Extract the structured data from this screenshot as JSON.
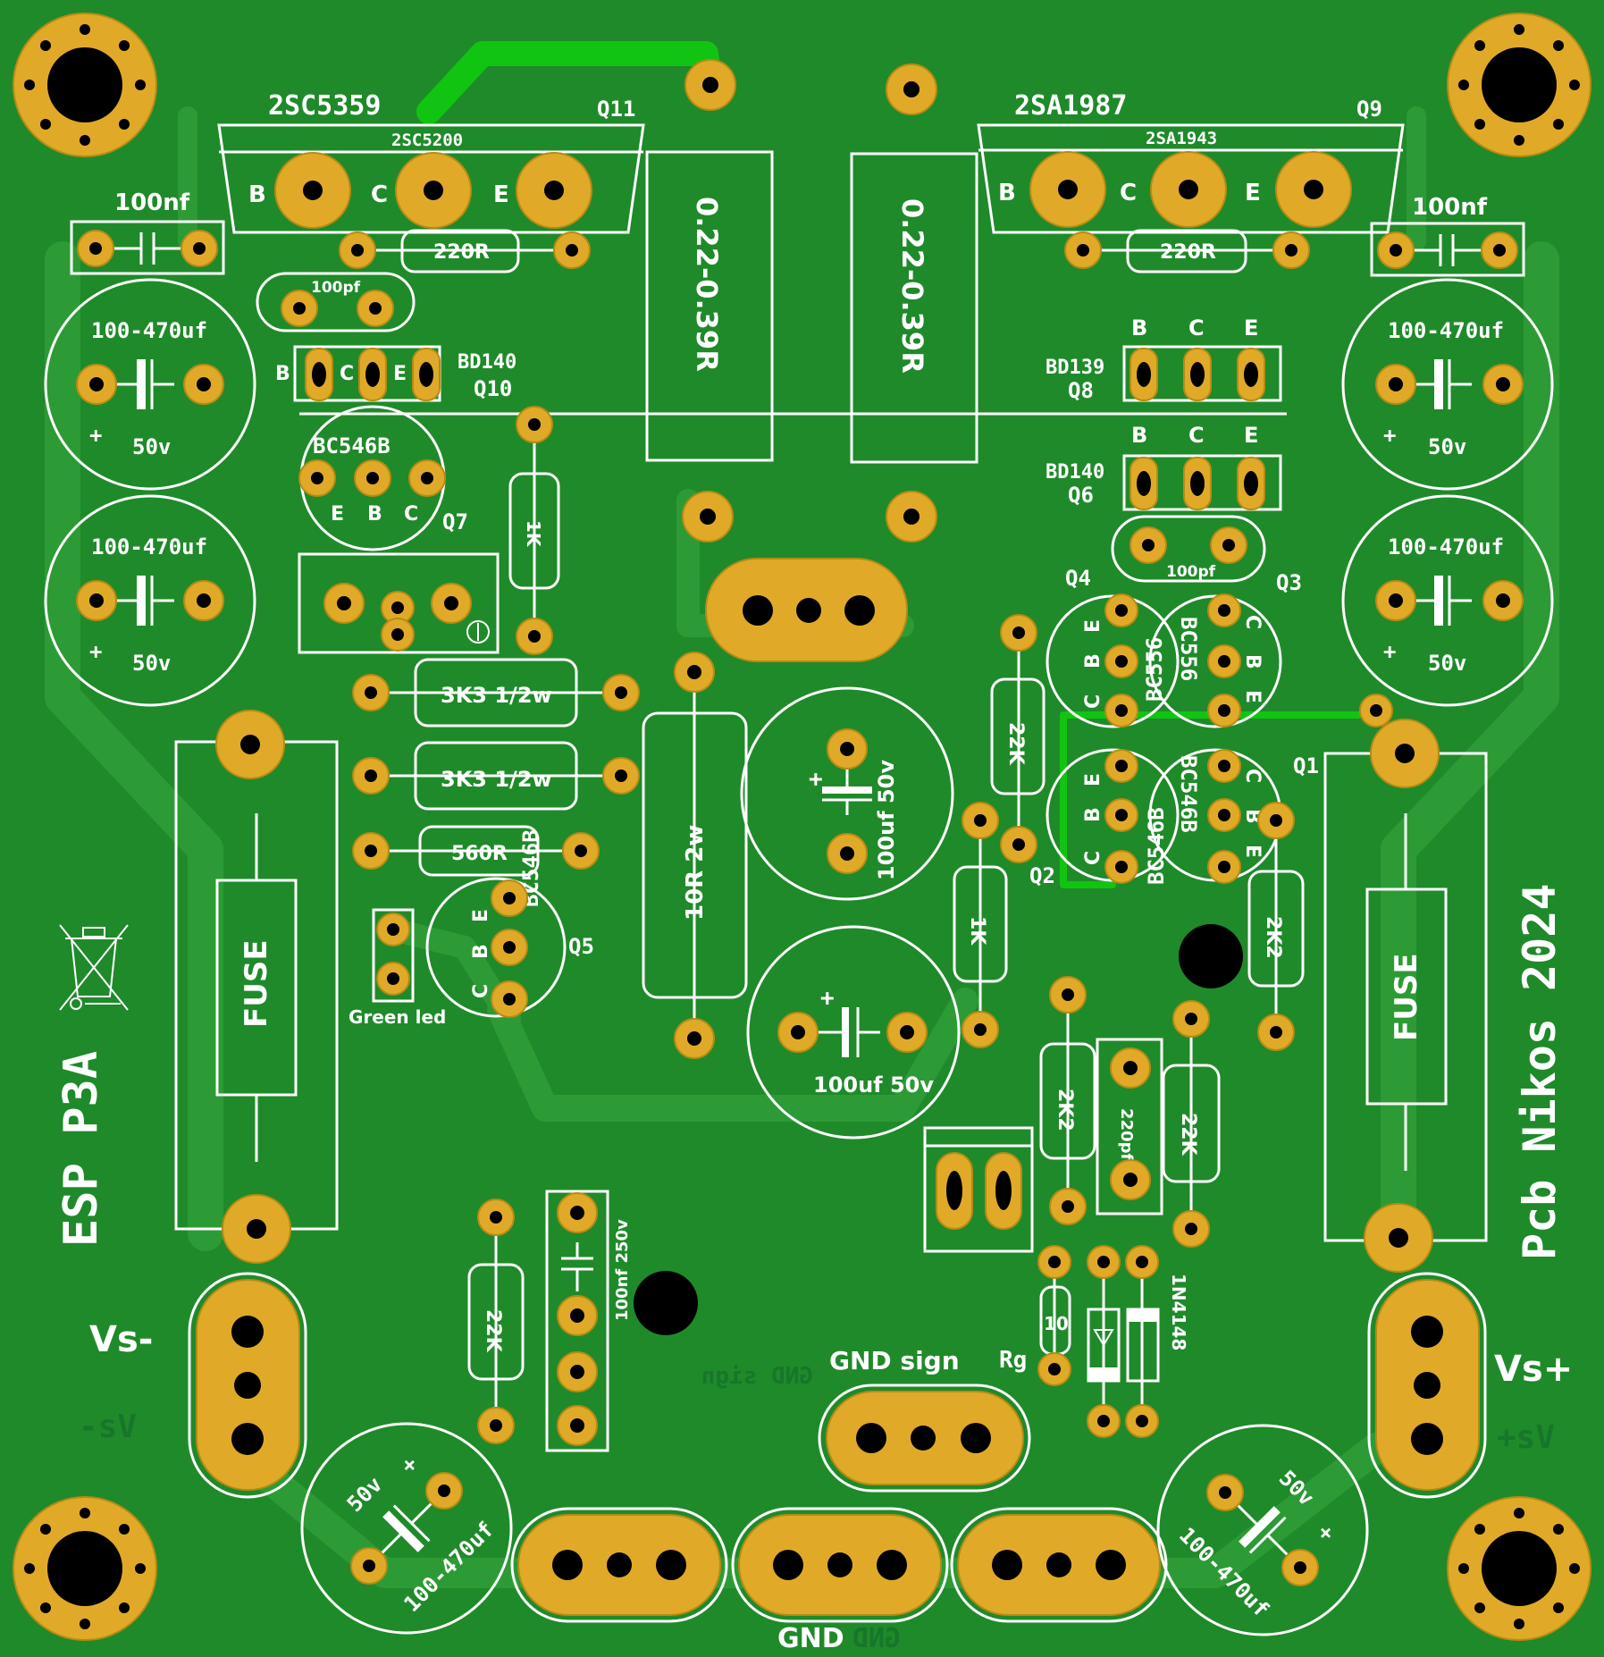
{
  "labels": {
    "q11_part": "2SC5359",
    "q11_alt": "2SC5200",
    "q11_ref": "Q11",
    "q9_part": "2SA1987",
    "q9_alt": "2SA1943",
    "q9_ref": "Q9",
    "pin_b": "B",
    "pin_c": "C",
    "pin_e": "E",
    "cap_100nf": "100nf",
    "res_220r": "220R",
    "cap_100pf": "100pf",
    "cap_100_470uf": "100-470uf",
    "v50": "50v",
    "plus": "+",
    "res_022": "0.22-0.39R",
    "bd140": "BD140",
    "bd139": "BD139",
    "q10": "Q10",
    "q8": "Q8",
    "q6": "Q6",
    "bc546b": "BC546B",
    "bc556": "BC556",
    "q7": "Q7",
    "q5": "Q5",
    "q4": "Q4",
    "q3": "Q3",
    "q2": "Q2",
    "q1": "Q1",
    "res_1k": "1K",
    "res_3k3": "3K3 1/2w",
    "res_560r": "560R",
    "res_10r2w": "10R 2w",
    "cap_100uf50v": "100uf 50v",
    "res_22k": "22K",
    "res_2k2": "2K2",
    "cap_220pf": "220pf",
    "cap_100nf250v": "100nf 250v",
    "res_10": "10",
    "diode_1n4148": "1N4148",
    "green_led": "Green led",
    "fuse": "FUSE",
    "esp_p3a": "ESP P3A",
    "pcb_nikos": "Pcb Nikos 2024",
    "vs_minus": "Vs-",
    "vs_minus_mirror": "-sV",
    "vs_plus": "Vs+",
    "vs_plus_mirror": "+sV",
    "gnd_sign": "GND sign",
    "gnd_sign_mirror": "GND sign",
    "rg": "Rg",
    "gnd": "GND",
    "gnd_mirror": "GND"
  },
  "colors": {
    "board": "#1f8a2a",
    "copper_pour": "#2c9b35",
    "pad": "#e0aa28",
    "silkscreen": "#ffffff",
    "highlight_trace": "#11c411"
  },
  "icons": {
    "weee": "crossed-bin-icon"
  }
}
